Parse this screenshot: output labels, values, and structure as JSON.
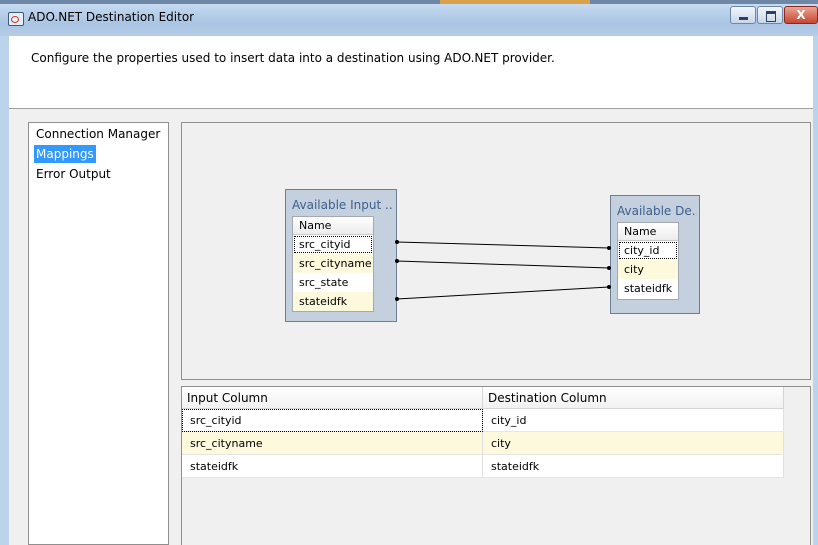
{
  "window": {
    "title": "ADO.NET Destination Editor",
    "controls": {
      "close": "X"
    }
  },
  "header": {
    "description": "Configure the properties used to insert data into a destination using ADO.NET provider."
  },
  "nav": {
    "items": [
      {
        "label": "Connection Manager",
        "selected": false
      },
      {
        "label": "Mappings",
        "selected": true
      },
      {
        "label": "Error Output",
        "selected": false
      }
    ]
  },
  "mapping": {
    "input_box": {
      "title": "Available Input ...",
      "column_header": "Name",
      "columns": [
        "src_cityid",
        "src_cityname",
        "src_state",
        "stateidfk"
      ]
    },
    "dest_box": {
      "title": "Available De...",
      "column_header": "Name",
      "columns": [
        "city_id",
        "city",
        "stateidfk"
      ]
    },
    "links": [
      {
        "from": "src_cityid",
        "to": "city_id"
      },
      {
        "from": "src_cityname",
        "to": "city"
      },
      {
        "from": "stateidfk",
        "to": "stateidfk"
      }
    ]
  },
  "grid": {
    "headers": [
      "Input Column",
      "Destination Column"
    ],
    "rows": [
      {
        "input": "src_cityid",
        "dest": "city_id"
      },
      {
        "input": "src_cityname",
        "dest": "city"
      },
      {
        "input": "stateidfk",
        "dest": "stateidfk"
      }
    ]
  }
}
